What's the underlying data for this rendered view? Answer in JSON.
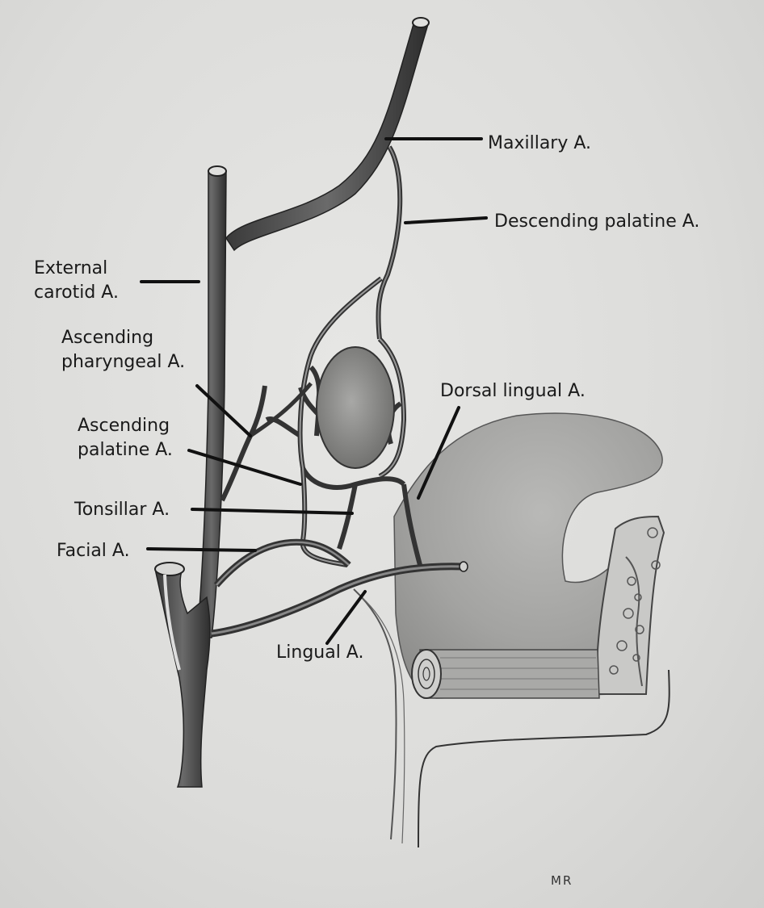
{
  "labels": {
    "maxillary": "Maxillary A.",
    "descending_palatine": "Descending palatine A.",
    "external_carotid_line1": "External",
    "external_carotid_line2": "carotid A.",
    "ascending_pharyngeal_line1": "Ascending",
    "ascending_pharyngeal_line2": "pharyngeal A.",
    "dorsal_lingual": "Dorsal lingual A.",
    "ascending_palatine_line1": "Ascending",
    "ascending_palatine_line2": "palatine A.",
    "tonsillar": "Tonsillar A.",
    "facial": "Facial A.",
    "lingual": "Lingual A."
  },
  "signature": "MR"
}
